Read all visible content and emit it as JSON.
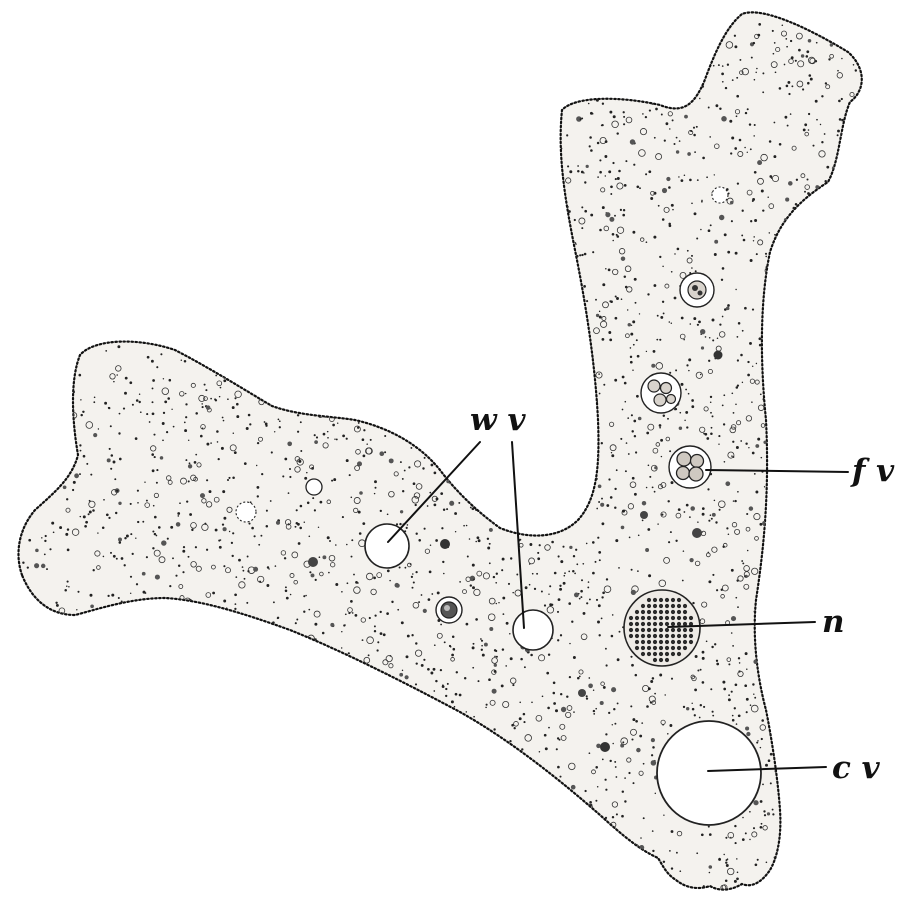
{
  "labels": {
    "wv": "w v",
    "fv": "f v",
    "n": "n",
    "cv": "c v"
  },
  "colors": {
    "ink": "#111111",
    "paper": "#ffffff",
    "cell_fill": "#f4f2ee"
  }
}
